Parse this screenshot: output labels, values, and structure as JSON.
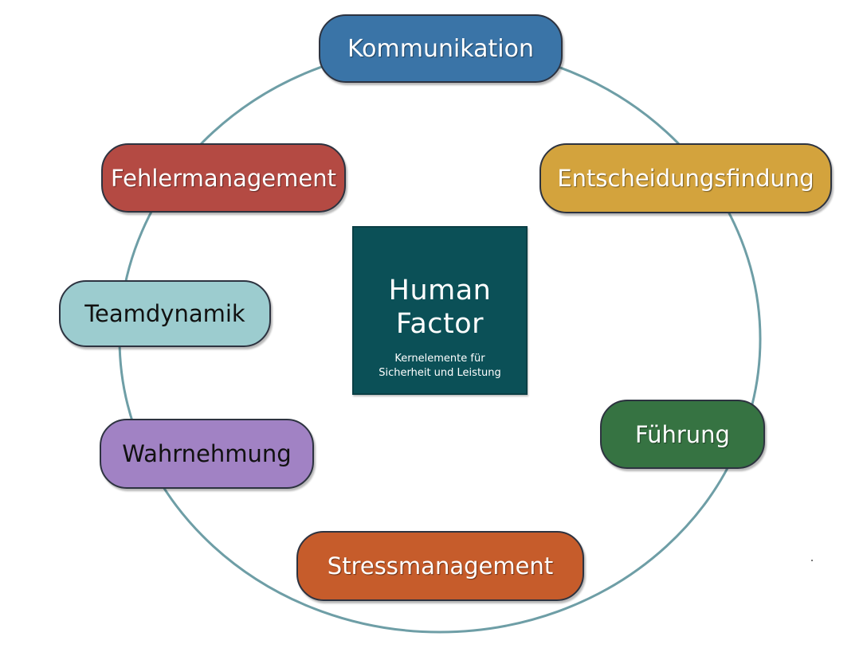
{
  "center": {
    "title_line1": "Human",
    "title_line2": "Factor",
    "subtitle_line1": "Kernelemente für",
    "subtitle_line2": "Sicherheit und Leistung",
    "color": "#0b5057"
  },
  "ring_color": "#6e9ea6",
  "nodes": [
    {
      "label": "Kommunikation",
      "color": "#3a74a7"
    },
    {
      "label": "Entscheidungsfindung",
      "color": "#d3a33d"
    },
    {
      "label": "Führung",
      "color": "#367342"
    },
    {
      "label": "Stressmanagement",
      "color": "#c65c2b"
    },
    {
      "label": "Wahrnehmung",
      "color": "#a182c4"
    },
    {
      "label": "Teamdynamik",
      "color": "#9ccccf"
    },
    {
      "label": "Fehlermanagement",
      "color": "#b44a43"
    }
  ]
}
